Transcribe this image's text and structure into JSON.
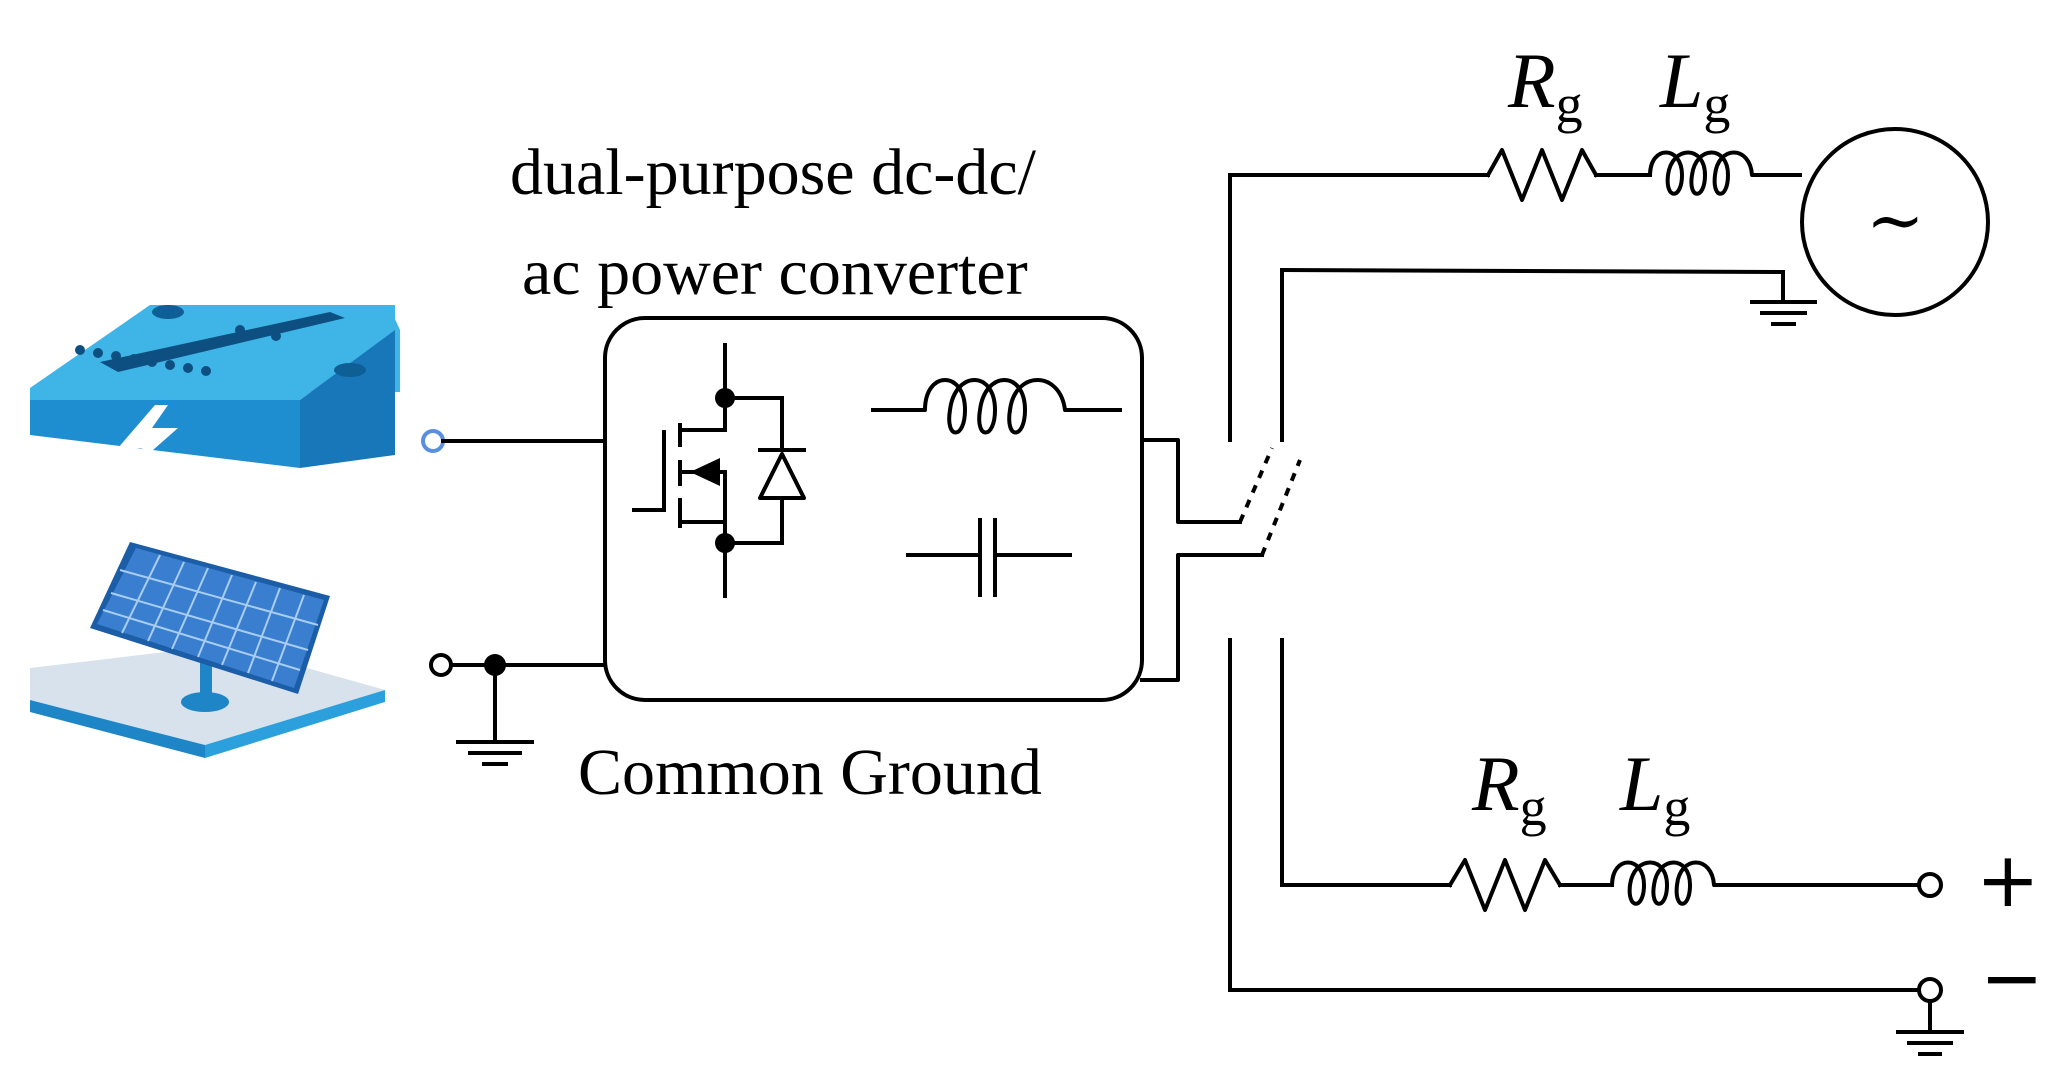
{
  "converter": {
    "title_line1": "dual-purpose dc-dc/",
    "title_line2": "ac power converter"
  },
  "ground_label": "Common Ground",
  "ac_branch": {
    "resistor_symbol": "R",
    "resistor_subscript": "g",
    "inductor_symbol": "L",
    "inductor_subscript": "g",
    "source_symbol": "~"
  },
  "dc_branch": {
    "resistor_symbol": "R",
    "resistor_subscript": "g",
    "inductor_symbol": "L",
    "inductor_subscript": "g",
    "plus_label": "+",
    "minus_label": "−"
  },
  "colors": {
    "battery_top": "#3fb4e6",
    "battery_side": "#1f8ed0",
    "battery_front": "#2aa2de",
    "solar_cell": "#3a7fcf",
    "terminal_blue": "#5a8fe0"
  }
}
